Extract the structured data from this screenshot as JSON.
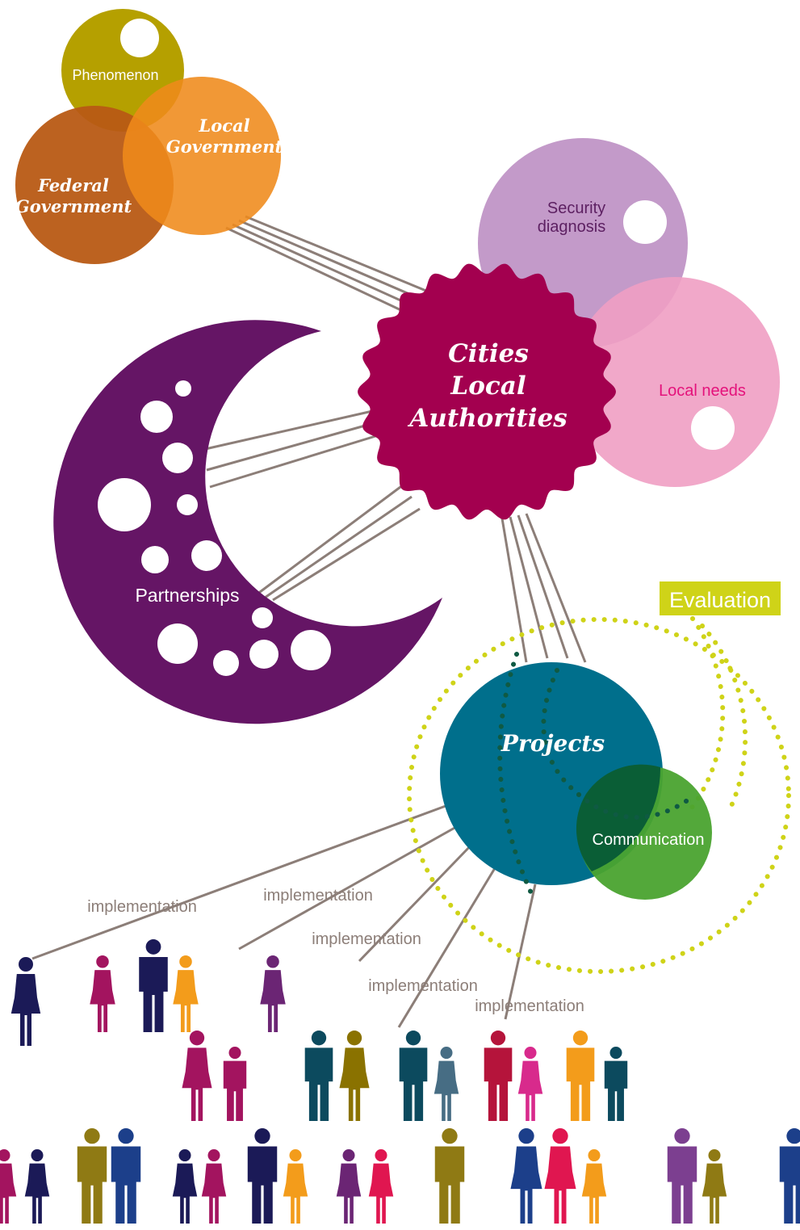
{
  "nodes": {
    "phenomenon": "Phenomenon",
    "local_government": [
      "Local",
      "Government"
    ],
    "federal_government": [
      "Federal",
      "Government"
    ],
    "security_diagnosis": [
      "Security",
      "diagnosis"
    ],
    "local_needs": "Local needs",
    "cities_local_authorities": [
      "Cities",
      "Local",
      "Authorities"
    ],
    "partnerships": "Partnerships",
    "evaluation": "Evaluation",
    "projects": "Projects",
    "communication": "Communication"
  },
  "implementation_labels": [
    "implementation",
    "implementation",
    "implementation",
    "implementation",
    "implementation"
  ],
  "colors": {
    "phenomenon": "#b5a000",
    "local_government": "#ef8a1a",
    "federal_government": "#b85a14",
    "security_diagnosis": "#c39ac9",
    "local_needs": "#f09fc3",
    "cities": "#a3004f",
    "partnerships": "#651565",
    "projects": "#006f8c",
    "communication": "#4aa32f",
    "evaluation": "#cfd318",
    "connector": "#8c7e78",
    "security_text": "#5c1f61",
    "local_needs_text": "#e4127b"
  },
  "people_colors": [
    "#1b1a57",
    "#a3145f",
    "#f39c1b",
    "#6b2574",
    "#0c4a5e",
    "#8a7200",
    "#476d84",
    "#b5143b",
    "#d82a8c",
    "#1c3f8a",
    "#7c3f90",
    "#8f7a14",
    "#0d5266",
    "#e01650"
  ]
}
